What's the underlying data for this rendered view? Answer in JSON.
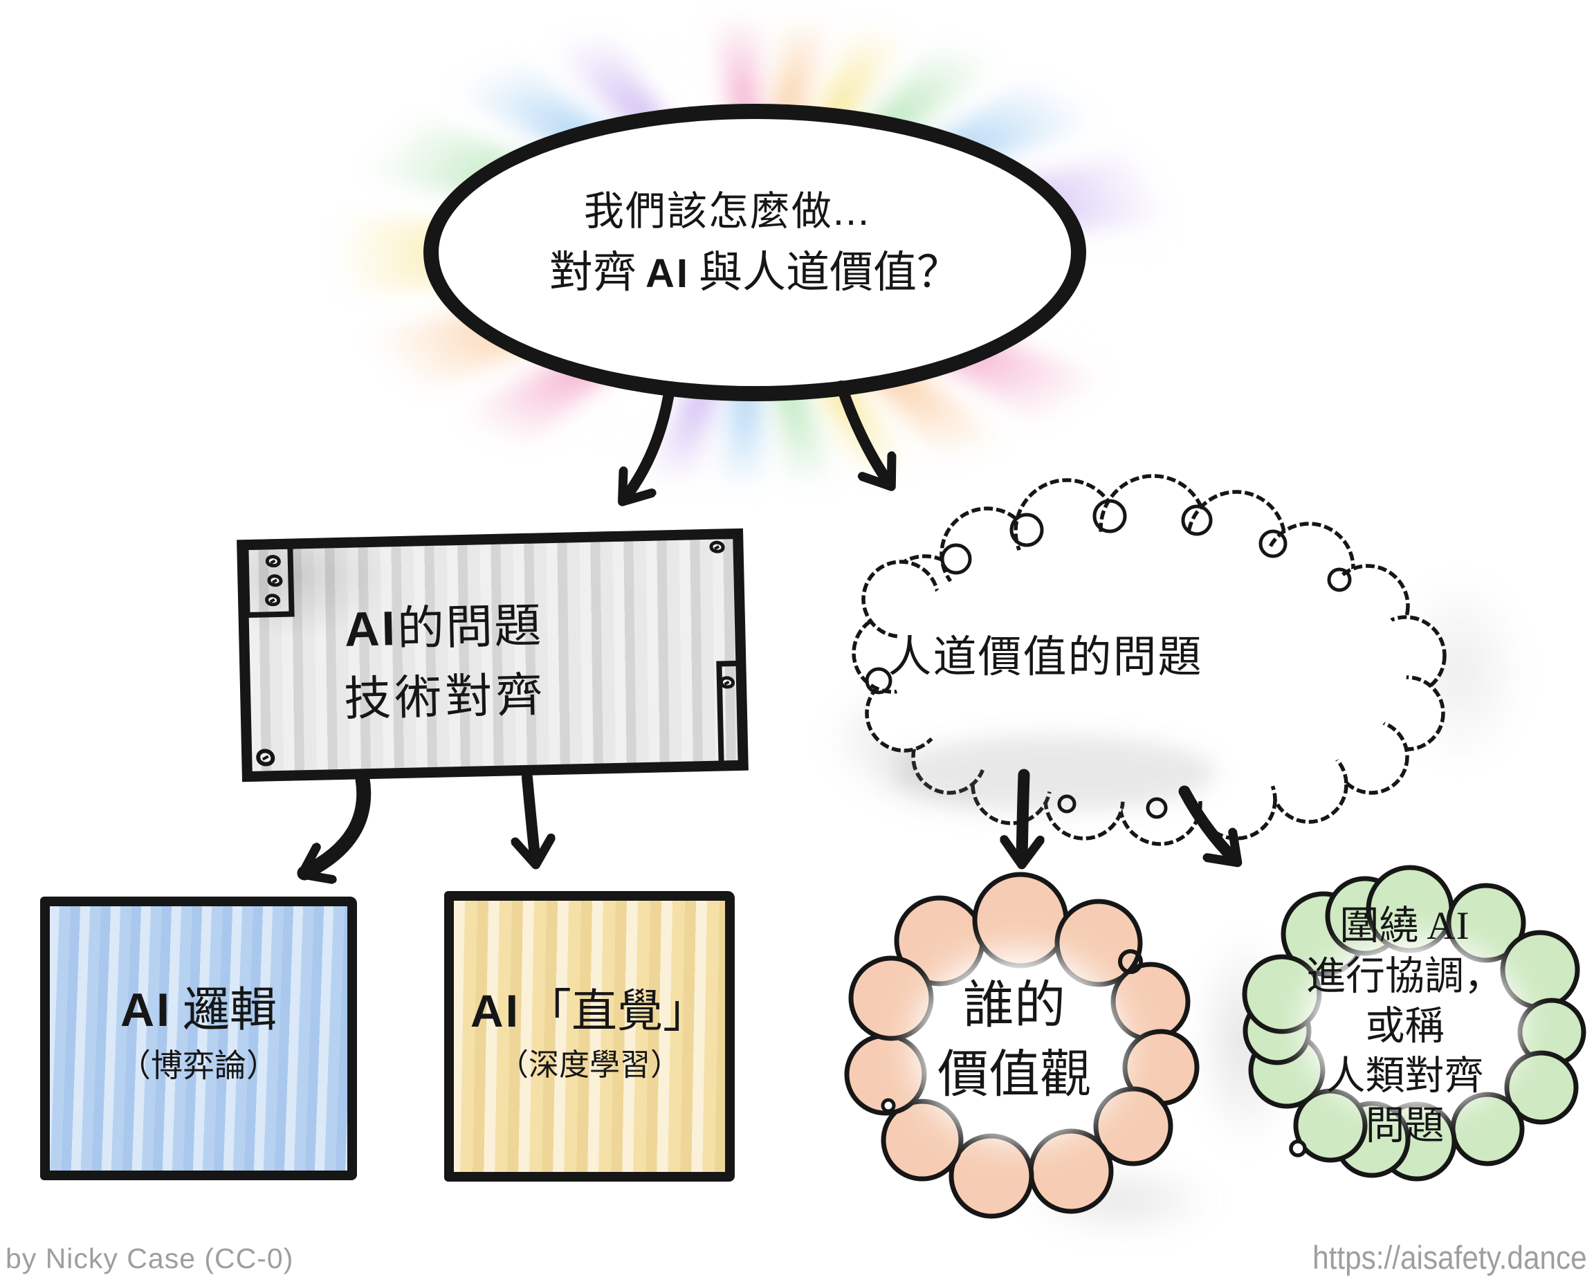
{
  "colors": {
    "ink": "#161616",
    "plate-fill": "#e0e0e0",
    "logic-fill": "#b7d2f1",
    "intuition-fill": "#f5e0a8",
    "whose-tint": "#f6cdb4",
    "coord-tint": "#cfe9c2",
    "caption": "#9e9e9e"
  },
  "bubble": {
    "line1": "我們該怎麼做...",
    "line2_pre": "對齊",
    "line2_ai": "AI",
    "line2_post": "與人道價值？"
  },
  "board": {
    "line1_ai": "AI",
    "line1_rest": "的問題",
    "line2": "技術對齊"
  },
  "values_cloud": {
    "label": "人道價值的問題"
  },
  "logic_box": {
    "ai": "AI",
    "title": "邏輯",
    "subtitle": "（博弈論）"
  },
  "intuition_box": {
    "ai": "AI",
    "title": "「直覺」",
    "subtitle": "（深度學習）"
  },
  "whose_cloud": {
    "line1": "誰的",
    "line2": "價值觀"
  },
  "coord_cloud": {
    "line1_pre": "圍繞",
    "line1_ai": "AI",
    "line2": "進行協調，",
    "line3": "或稱",
    "line4": "人類對齊",
    "line5": "問題"
  },
  "footer": {
    "credit": "by Nicky Case (CC-0)",
    "url": "https://aisafety.dance"
  }
}
